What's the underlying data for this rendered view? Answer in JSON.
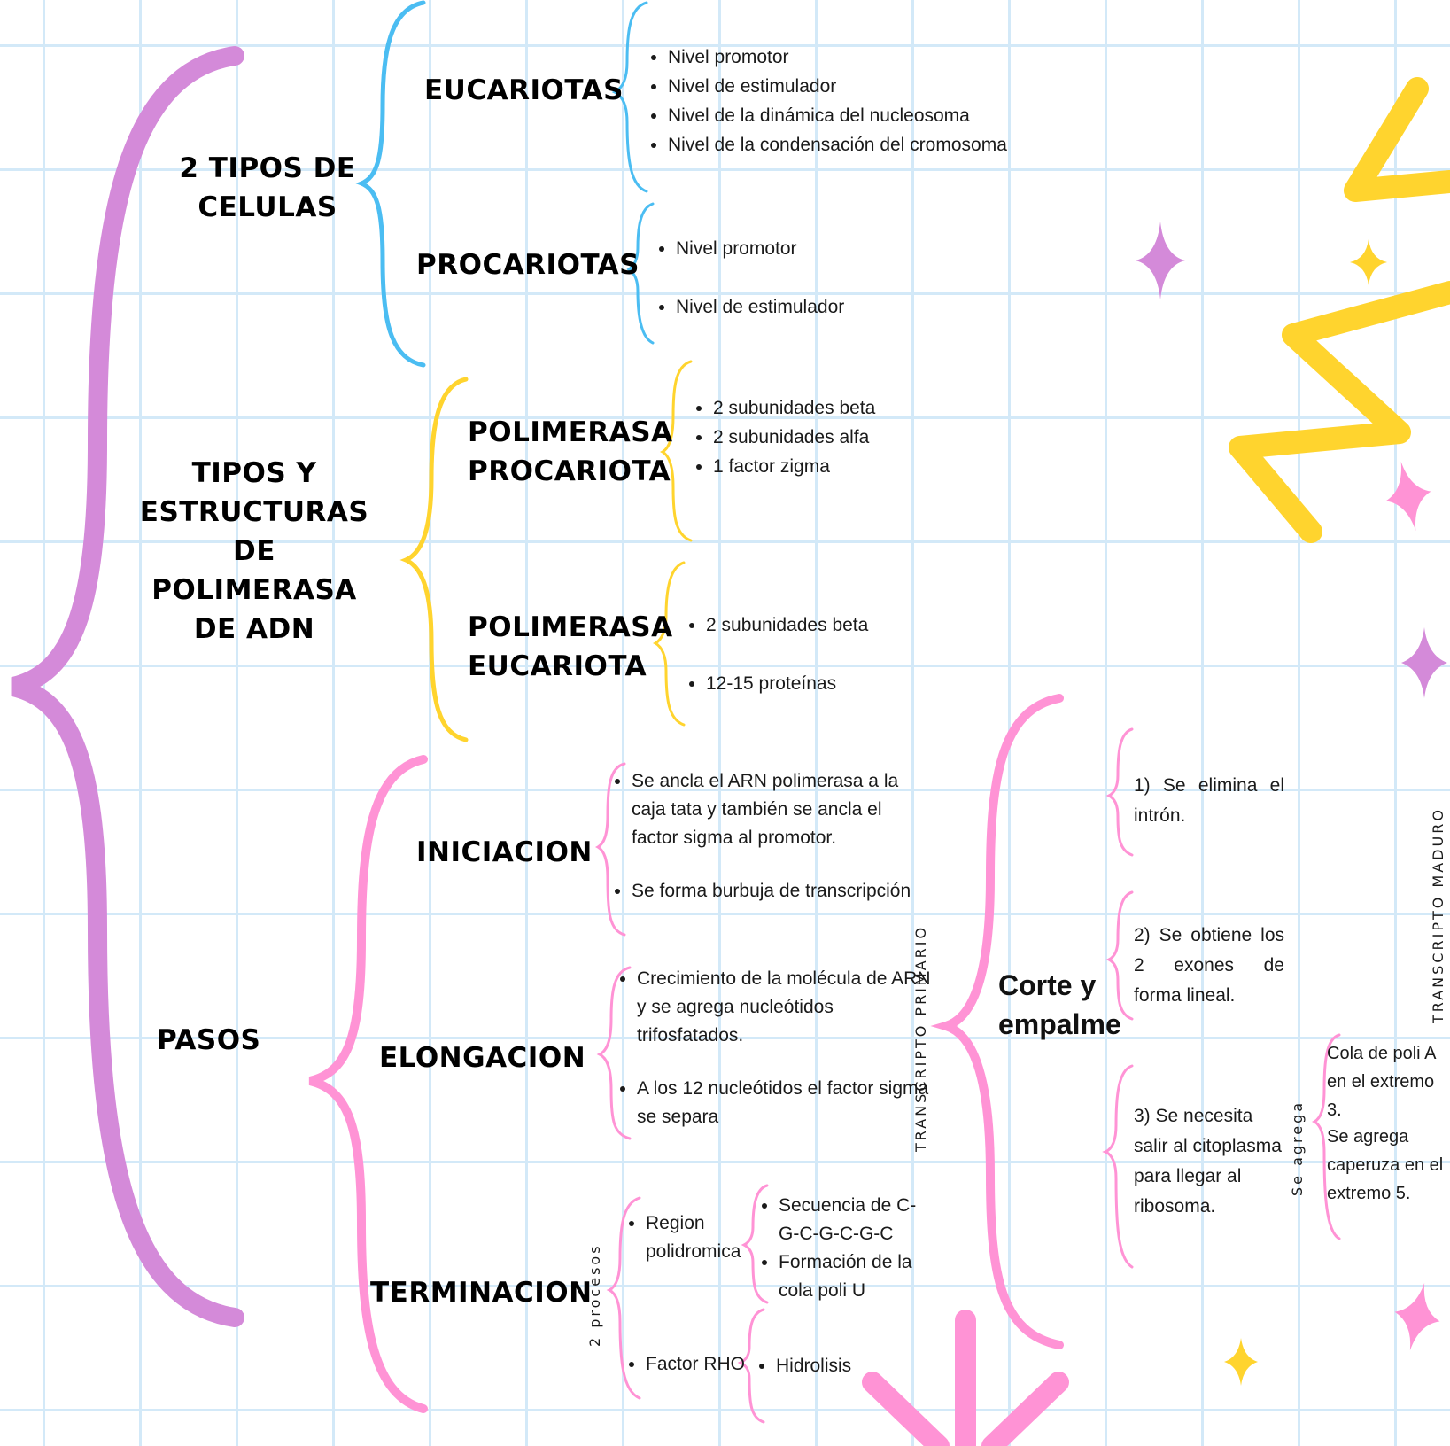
{
  "colors": {
    "purple": "#d48ad9",
    "blue": "#4bbdf2",
    "yellow": "#ffd42e",
    "pink": "#ff93d5",
    "grid": "#d3e9f8"
  },
  "sections": {
    "cell_types": {
      "title": "2 TIPOS DE CELULAS",
      "eucariotas": {
        "label": "EUCARIOTAS",
        "items": [
          "Nivel promotor",
          "Nivel de estimulador",
          "Nivel de la dinámica del nucleosoma",
          "Nivel de la condensación del cromosoma"
        ]
      },
      "procariotas": {
        "label": "PROCARIOTAS",
        "items": [
          "Nivel promotor",
          "Nivel de estimulador"
        ]
      }
    },
    "polymerase": {
      "title": "TIPOS Y ESTRUCTURAS DE POLIMERASA DE ADN",
      "procariota": {
        "label": "POLIMERASA PROCARIOTA",
        "items": [
          "2 subunidades beta",
          "2 subunidades alfa",
          "1 factor zigma"
        ]
      },
      "eucariota": {
        "label": "POLIMERASA EUCARIOTA",
        "items": [
          "2 subunidades beta",
          "12-15 proteínas"
        ]
      }
    },
    "steps": {
      "title": "PASOS",
      "iniciacion": {
        "label": "INICIACION",
        "items": [
          "Se ancla el ARN polimerasa a la caja tata y también se ancla el factor sigma al promotor.",
          "Se forma burbuja de transcripción"
        ]
      },
      "elongacion": {
        "label": "ELONGACION",
        "items": [
          "Crecimiento de la molécula de ARN y se agrega nucleótidos trifosfatados.",
          "A los 12 nucleótidos el factor sigma se separa"
        ]
      },
      "terminacion": {
        "label": "TERMINACION",
        "side_label": "2 procesos",
        "processes": [
          "Region polidromica",
          "Factor RHO"
        ],
        "polidromica_items": [
          "Secuencia de C-G-C-G-C-G-C",
          "Formación de la cola poli U"
        ],
        "rho_items": [
          "Hidrolisis"
        ]
      }
    },
    "splicing": {
      "primary_label": "TRANSCRIPTO PRIMARIO",
      "title": "Corte y empalme",
      "step1": "1) Se elimina el intrón.",
      "step2": "2) Se obtiene los 2 exones de forma lineal.",
      "step3": "3) Se necesita salir al citoplasma para llegar al ribosoma.",
      "se_agrega": "Se agrega",
      "additions": [
        "Cola de poli A en el extremo 3.",
        "Se agrega caperuza en el extremo 5."
      ],
      "mature_label": "TRANSCRIPTO MADURO"
    }
  }
}
